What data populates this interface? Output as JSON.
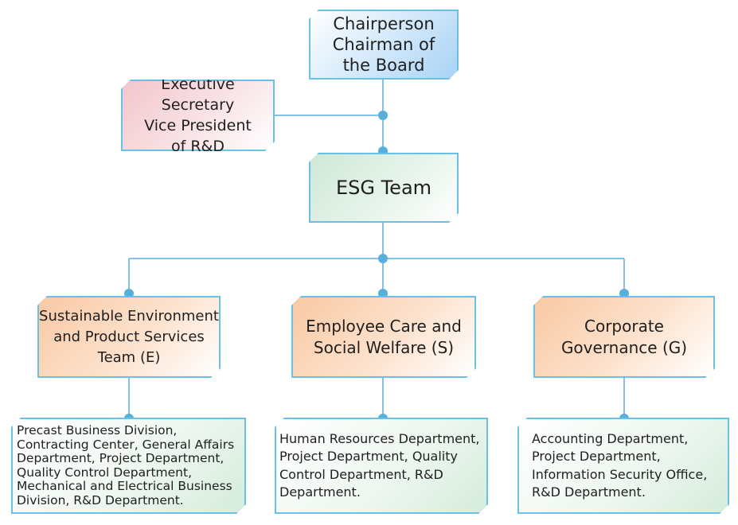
{
  "nodes": {
    "chair": "Chairperson\nChairman of\nthe Board",
    "secretary": "Executive Secretary\nVice President\nof R&D",
    "esg": "ESG Team",
    "env": "Sustainable Environment\nand Product Services\nTeam (E)",
    "social": "Employee Care and\nSocial Welfare (S)",
    "gov": "Corporate\nGovernance (G)",
    "env_depts": "Precast Business Division,\nContracting Center, General Affairs\nDepartment, Project Department,\nQuality Control Department,\nMechanical and Electrical Business\nDivision, R&D Department.",
    "social_depts": "Human Resources Department,\nProject Department, Quality\nControl Department, R&D\nDepartment.",
    "gov_depts": "Accounting Department,\nProject Department,\nInformation Security Office,\nR&D Department."
  },
  "colors": {
    "connector": "#5aaedc",
    "border": "#6cc0e2"
  }
}
